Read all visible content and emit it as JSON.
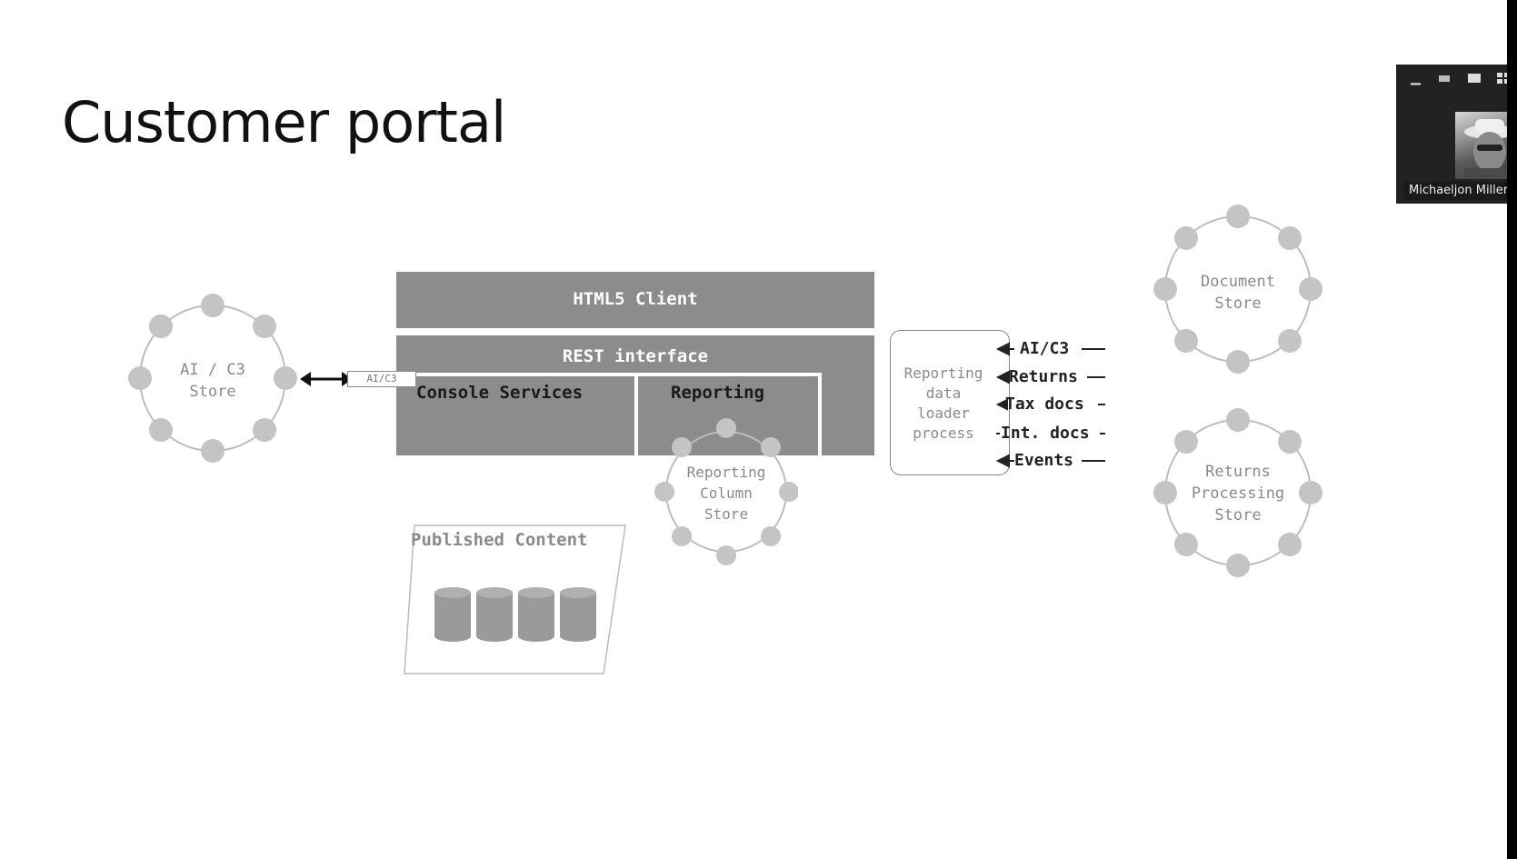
{
  "slide": {
    "title": "Customer portal"
  },
  "diagram": {
    "html5_client": "HTML5 Client",
    "rest_interface": "REST interface",
    "console_services": "Console Services",
    "reporting": "Reporting",
    "ai_c3_store": [
      "AI / C3",
      "Store"
    ],
    "connector_tag": "AI/C3",
    "reporting_column_store": [
      "Reporting",
      "Column",
      "Store"
    ],
    "published_content": "Published Content",
    "loader_process": [
      "Reporting",
      "data",
      "loader",
      "process"
    ],
    "feeds": [
      "AI/C3",
      "Returns",
      "Tax docs",
      "Int. docs",
      "Events"
    ],
    "document_store": [
      "Document",
      "Store"
    ],
    "returns_processing_store": [
      "Returns",
      "Processing",
      "Store"
    ]
  },
  "video_panel": {
    "participant_name": "Michaeljon Miller",
    "controls": [
      "minimize-icon",
      "hide-video-icon",
      "speaker-view-icon",
      "gallery-view-icon"
    ]
  },
  "colors": {
    "box_fill": "#8c8c8c",
    "node_fill": "#c4c4c4",
    "ring_stroke": "#bdbdbd"
  }
}
